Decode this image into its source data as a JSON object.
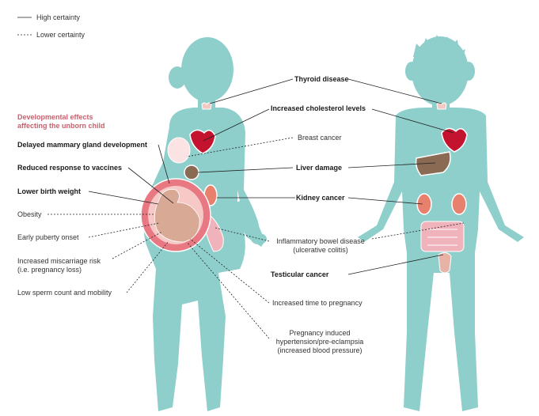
{
  "legend": {
    "high": "High certainty",
    "low": "Lower certainty"
  },
  "section_title_line1": "Developmental effects",
  "section_title_line2": "affecting the unborn child",
  "labels": {
    "thyroid": "Thyroid disease",
    "cholesterol": "Increased cholesterol levels",
    "breast_cancer": "Breast cancer",
    "liver": "Liver damage",
    "kidney": "Kidney cancer",
    "ibd_line1": "Inflammatory bowel disease",
    "ibd_line2": "(ulcerative colitis)",
    "testicular": "Testicular cancer",
    "pregnancy_time": "Increased time to pregnancy",
    "preeclampsia_line1": "Pregnancy induced",
    "preeclampsia_line2": "hypertension/pre-eclampsia",
    "preeclampsia_line3": "(increased blood pressure)",
    "mammary": "Delayed mammary gland development",
    "vaccines": "Reduced response to vaccines",
    "birth_weight": "Lower birth weight",
    "obesity": "Obesity",
    "puberty": "Early puberty onset",
    "miscarriage_line1": "Increased miscarriage risk",
    "miscarriage_line2": "(i.e. pregnancy loss)",
    "sperm": "Low sperm count and mobility"
  },
  "colors": {
    "body": "#8ecfcb",
    "heart": "#c4132f",
    "liver": "#8a6a52",
    "kidney": "#e8806e",
    "intestine": "#f1b3bb",
    "uterus": "#e87882",
    "fetus": "#d8aa96",
    "thyroid": "#f3c9c3",
    "line": "#222222",
    "section_title": "#c9606d"
  }
}
